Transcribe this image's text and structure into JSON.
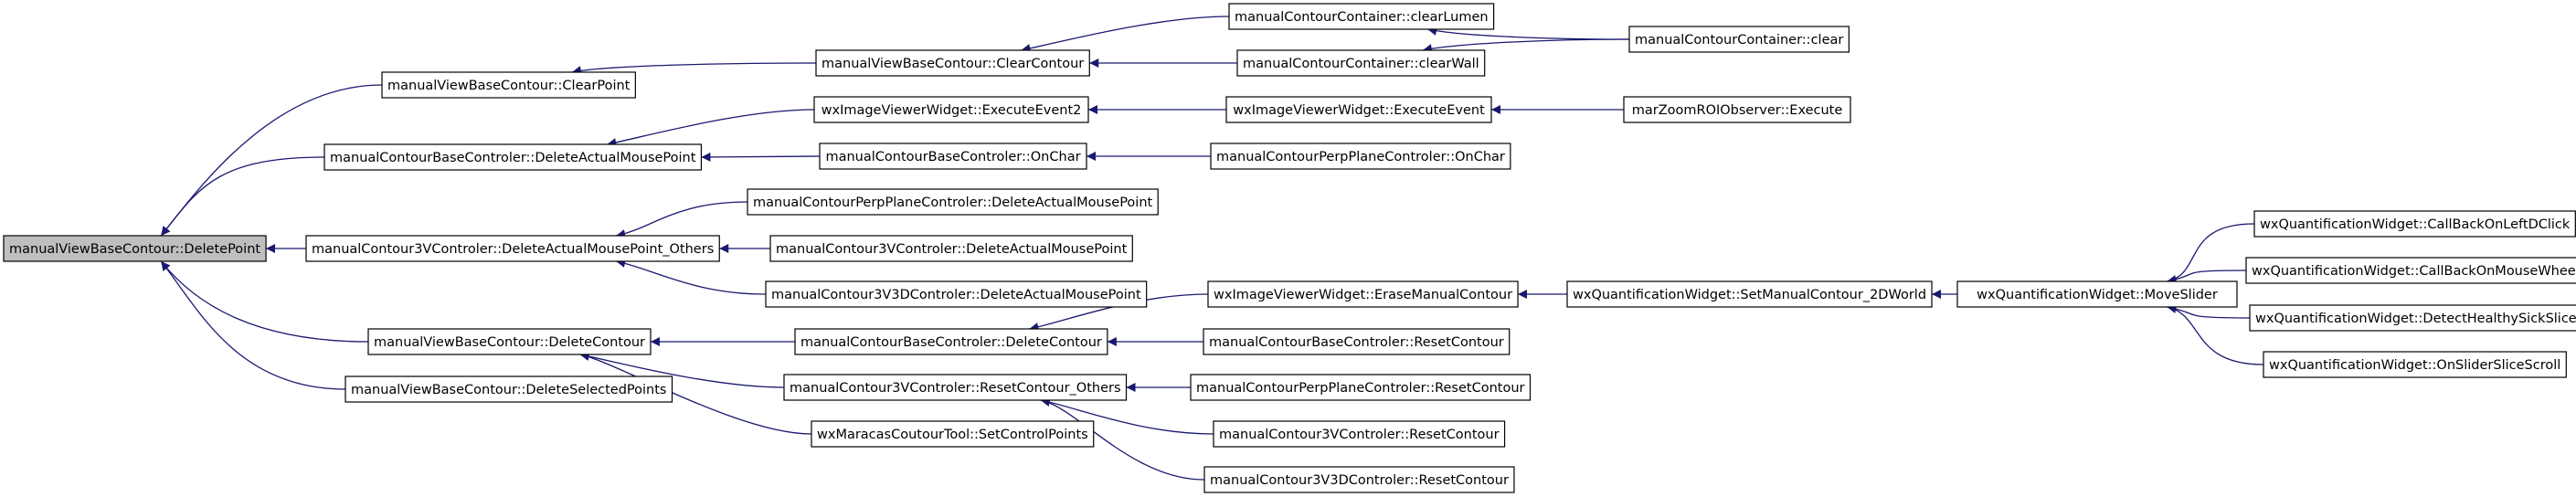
{
  "graph": {
    "nodes": [
      {
        "id": "n0",
        "label": "manualViewBaseContour::DeletePoint",
        "root": true
      },
      {
        "id": "n1",
        "label": "manualViewBaseContour::ClearPoint"
      },
      {
        "id": "n2",
        "label": "manualContourBaseControler::DeleteActualMousePoint"
      },
      {
        "id": "n3",
        "label": "manualContour3VControler::DeleteActualMousePoint_Others"
      },
      {
        "id": "n4",
        "label": "manualViewBaseContour::DeleteContour"
      },
      {
        "id": "n5",
        "label": "manualViewBaseContour::DeleteSelectedPoints"
      },
      {
        "id": "n6",
        "label": "manualViewBaseContour::ClearContour"
      },
      {
        "id": "n7",
        "label": "manualContourContainer::clearLumen"
      },
      {
        "id": "n8",
        "label": "manualContourContainer::clearWall"
      },
      {
        "id": "n9",
        "label": "manualContourContainer::clear"
      },
      {
        "id": "n10",
        "label": "wxImageViewerWidget::ExecuteEvent2"
      },
      {
        "id": "n11",
        "label": "wxImageViewerWidget::ExecuteEvent"
      },
      {
        "id": "n12",
        "label": "marZoomROIObserver::Execute"
      },
      {
        "id": "n13",
        "label": "manualContourBaseControler::OnChar"
      },
      {
        "id": "n14",
        "label": "manualContourPerpPlaneControler::OnChar"
      },
      {
        "id": "n15",
        "label": "manualContourPerpPlaneControler::DeleteActualMousePoint"
      },
      {
        "id": "n16",
        "label": "manualContour3VControler::DeleteActualMousePoint"
      },
      {
        "id": "n17",
        "label": "manualContour3V3DControler::DeleteActualMousePoint"
      },
      {
        "id": "n18",
        "label": "wxImageViewerWidget::EraseManualContour"
      },
      {
        "id": "n19",
        "label": "wxQuantificationWidget::SetManualContour_2DWorld"
      },
      {
        "id": "n20",
        "label": "wxQuantificationWidget::MoveSlider"
      },
      {
        "id": "n21",
        "label": "wxQuantificationWidget::CallBackOnLeftDClick"
      },
      {
        "id": "n22",
        "label": "wxQuantificationWidget::CallBackOnMouseWheel"
      },
      {
        "id": "n23",
        "label": "wxQuantificationWidget::DetectHealthySickSlice"
      },
      {
        "id": "n24",
        "label": "wxQuantificationWidget::OnSliderSliceScroll"
      },
      {
        "id": "n25",
        "label": "manualContourBaseControler::DeleteContour"
      },
      {
        "id": "n26",
        "label": "manualContourBaseControler::ResetContour"
      },
      {
        "id": "n27",
        "label": "manualContour3VControler::ResetContour_Others"
      },
      {
        "id": "n28",
        "label": "manualContourPerpPlaneControler::ResetContour"
      },
      {
        "id": "n29",
        "label": "manualContour3VControler::ResetContour"
      },
      {
        "id": "n30",
        "label": "manualContour3V3DControler::ResetContour"
      },
      {
        "id": "n31",
        "label": "wxMaracasCoutourTool::SetControlPoints"
      }
    ],
    "edges": [
      {
        "from": "n1",
        "to": "n0"
      },
      {
        "from": "n2",
        "to": "n0"
      },
      {
        "from": "n3",
        "to": "n0"
      },
      {
        "from": "n4",
        "to": "n0"
      },
      {
        "from": "n5",
        "to": "n0"
      },
      {
        "from": "n6",
        "to": "n1"
      },
      {
        "from": "n7",
        "to": "n6"
      },
      {
        "from": "n8",
        "to": "n6"
      },
      {
        "from": "n9",
        "to": "n7"
      },
      {
        "from": "n9",
        "to": "n8"
      },
      {
        "from": "n10",
        "to": "n2"
      },
      {
        "from": "n13",
        "to": "n2"
      },
      {
        "from": "n11",
        "to": "n10"
      },
      {
        "from": "n12",
        "to": "n11"
      },
      {
        "from": "n14",
        "to": "n13"
      },
      {
        "from": "n15",
        "to": "n3"
      },
      {
        "from": "n16",
        "to": "n3"
      },
      {
        "from": "n17",
        "to": "n3"
      },
      {
        "from": "n25",
        "to": "n4"
      },
      {
        "from": "n27",
        "to": "n4"
      },
      {
        "from": "n31",
        "to": "n4"
      },
      {
        "from": "n18",
        "to": "n25"
      },
      {
        "from": "n26",
        "to": "n25"
      },
      {
        "from": "n19",
        "to": "n18"
      },
      {
        "from": "n20",
        "to": "n19"
      },
      {
        "from": "n21",
        "to": "n20"
      },
      {
        "from": "n22",
        "to": "n20"
      },
      {
        "from": "n23",
        "to": "n20"
      },
      {
        "from": "n24",
        "to": "n20"
      },
      {
        "from": "n28",
        "to": "n27"
      },
      {
        "from": "n29",
        "to": "n27"
      },
      {
        "from": "n30",
        "to": "n27"
      }
    ]
  }
}
